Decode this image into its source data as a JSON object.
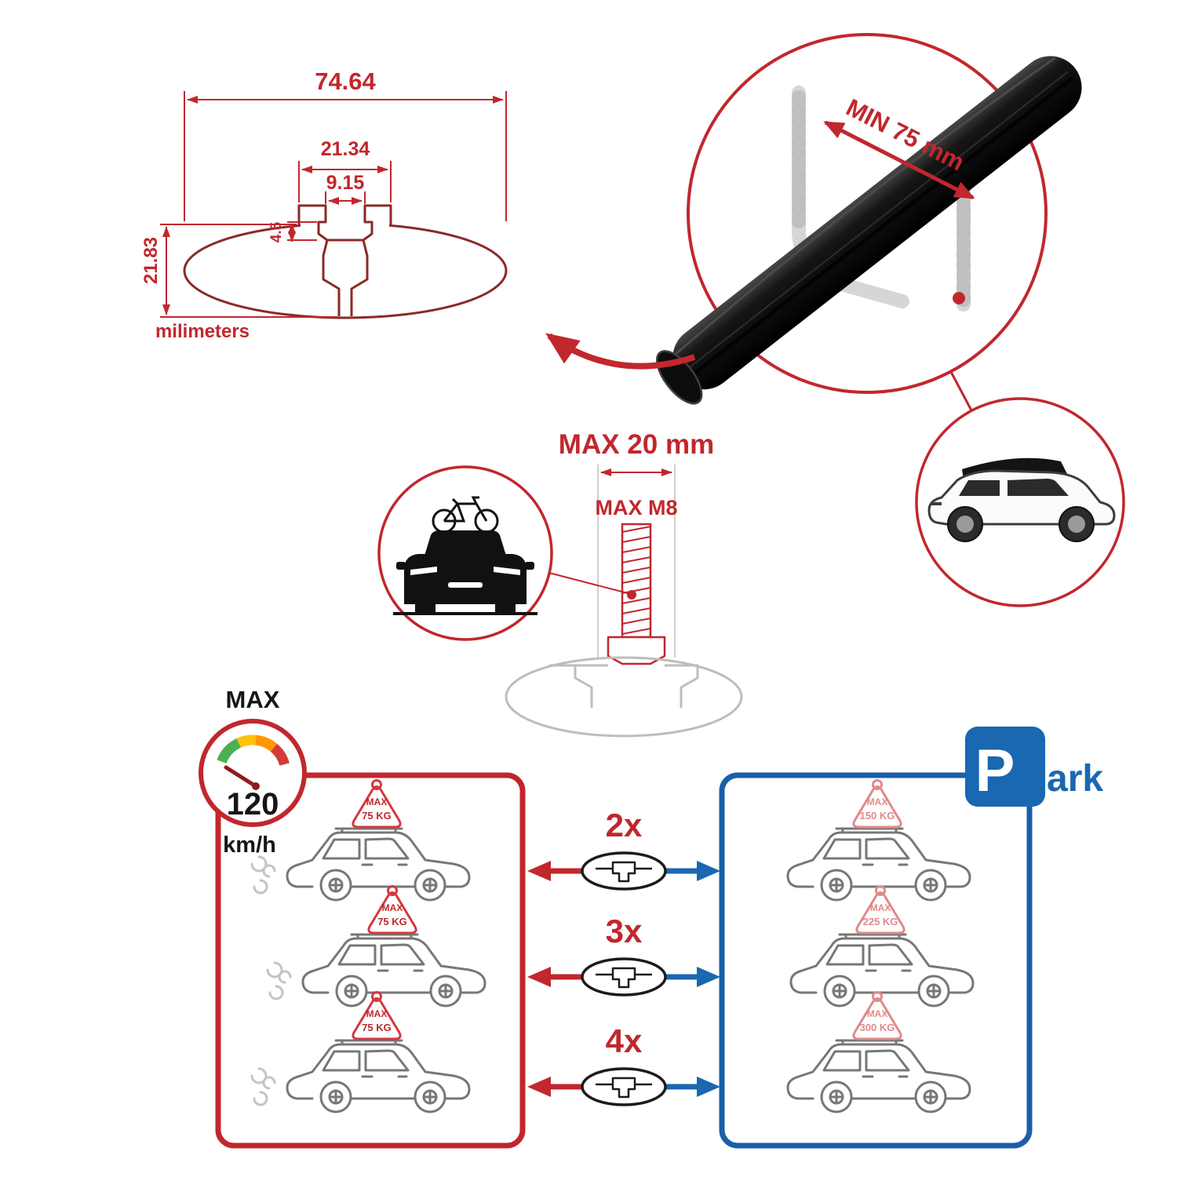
{
  "colors": {
    "red": "#c1272d",
    "maroon": "#8a2a26",
    "blue": "#1a67b2",
    "grey": "#c9c9c9",
    "black": "#141414",
    "pink": "#e2888b"
  },
  "tech": {
    "total": "74.64",
    "slot": "21.34",
    "inner": "9.15",
    "lip": "4.5",
    "height": "21.83",
    "units": "milimeters"
  },
  "bar": {
    "min": "MIN 75 mm"
  },
  "bolt": {
    "width": "MAX 20 mm",
    "thread": "MAX M8"
  },
  "speed": {
    "title": "MAX",
    "value": "120",
    "units": "km/h"
  },
  "driving": {
    "loads": [
      {
        "max": "MAX",
        "kg": "75 KG"
      },
      {
        "max": "MAX",
        "kg": "75 KG"
      },
      {
        "max": "MAX",
        "kg": "75 KG"
      }
    ]
  },
  "multipliers": [
    "2x",
    "3x",
    "4x"
  ],
  "parked": {
    "sign": {
      "p": "P",
      "rest": "ark"
    },
    "loads": [
      {
        "max": "MAX",
        "kg": "150 KG"
      },
      {
        "max": "MAX",
        "kg": "225 KG"
      },
      {
        "max": "MAX",
        "kg": "300 KG"
      }
    ]
  }
}
